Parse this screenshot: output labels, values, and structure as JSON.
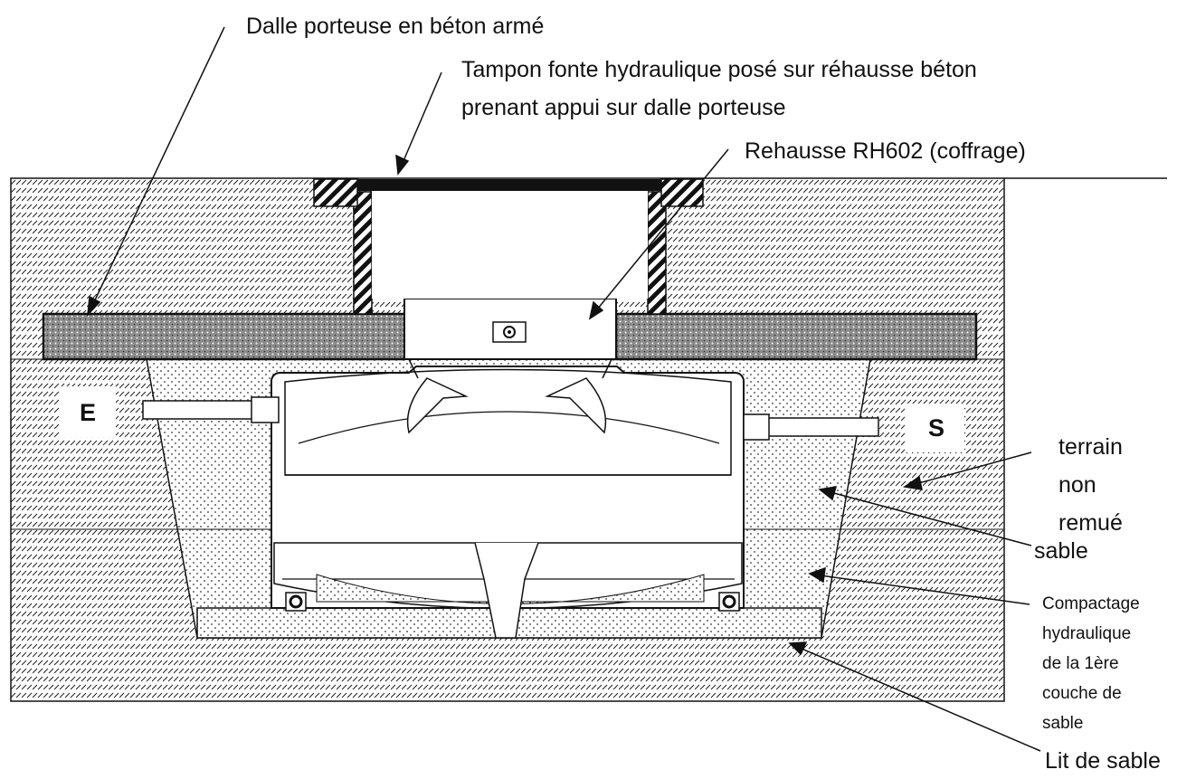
{
  "labels": {
    "dalle": "Dalle porteuse en béton armé",
    "tampon_line1": "Tampon fonte hydraulique posé sur réhausse béton",
    "tampon_line2": "prenant appui sur dalle porteuse",
    "rehausse": "Rehausse RH602 (coffrage)",
    "terrain_line1": "terrain",
    "terrain_line2": "non",
    "terrain_line3": "remué",
    "sable": "sable",
    "compactage_line1": "Compactage",
    "compactage_line2": "hydraulique",
    "compactage_line3": "de la 1ère",
    "compactage_line4": "couche de",
    "compactage_line5": "sable",
    "lit": "Lit de sable",
    "entree": "E",
    "sortie": "S"
  },
  "colors": {
    "stroke": "#111111",
    "background": "#ffffff",
    "slab_fill": "#9a9a9a"
  }
}
